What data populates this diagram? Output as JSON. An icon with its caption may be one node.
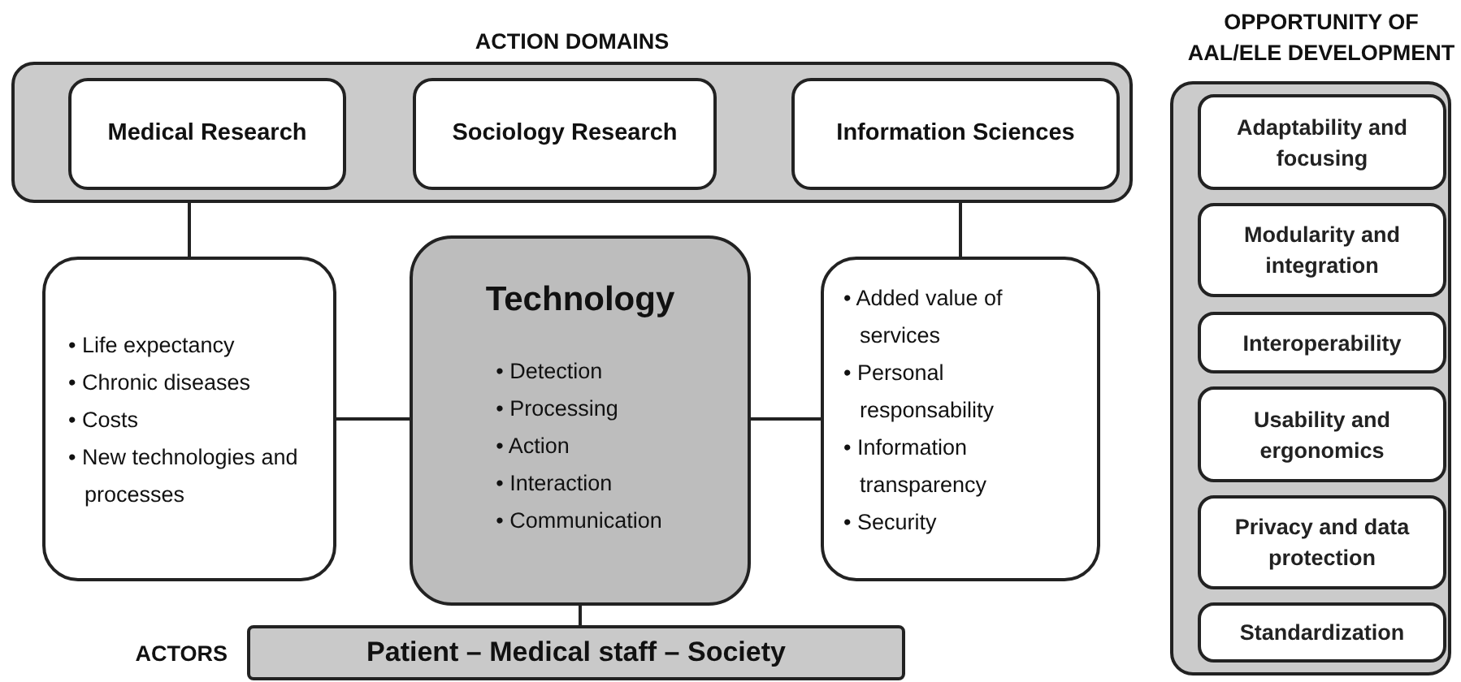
{
  "diagram": {
    "nodes": [
      {
        "text": [
          "ACTION DOMAINS"
        ]
      },
      {
        "text": [
          "Medical Research"
        ],
        "in": 0
      },
      {
        "text": [
          "Sociology Research"
        ],
        "in": 0
      },
      {
        "text": [
          "Information Sciences"
        ],
        "in": 0
      },
      {
        "text": [
          "• Life expectancy",
          "• Chronic diseases",
          "• Costs",
          "• New technologies and processes"
        ]
      },
      {
        "text": [
          "Technology",
          "• Detection",
          "• Processing",
          "• Action",
          "• Interaction",
          "• Communication"
        ]
      },
      {
        "text": [
          "• Added value of services",
          "• Personal responsability",
          "• Information transparency",
          "• Security"
        ]
      },
      {
        "text": [
          "Patient – Medical staff – Society"
        ],
        "beside": [
          "ACTORS"
        ]
      },
      {
        "text": [
          "OPPORTUNITY OF AAL/ELE DEVELOPMENT"
        ]
      },
      {
        "text": [
          "Adaptability and focusing"
        ],
        "in": 8
      },
      {
        "text": [
          "Modularity and integration"
        ],
        "in": 8
      },
      {
        "text": [
          "Interoperability"
        ],
        "in": 8
      },
      {
        "text": [
          "Usability and ergonomics"
        ],
        "in": 8
      },
      {
        "text": [
          "Privacy and data protection"
        ],
        "in": 8
      },
      {
        "text": [
          "Standardization"
        ],
        "in": 8
      }
    ],
    "edges": [
      {
        "from": 0,
        "to": 4,
        "arrow": "none"
      },
      {
        "from": 0,
        "to": 6,
        "arrow": "none"
      },
      {
        "from": 4,
        "to": 5,
        "arrow": "none"
      },
      {
        "from": 5,
        "to": 6,
        "arrow": "none"
      },
      {
        "from": 5,
        "to": 7,
        "arrow": "none"
      }
    ]
  }
}
